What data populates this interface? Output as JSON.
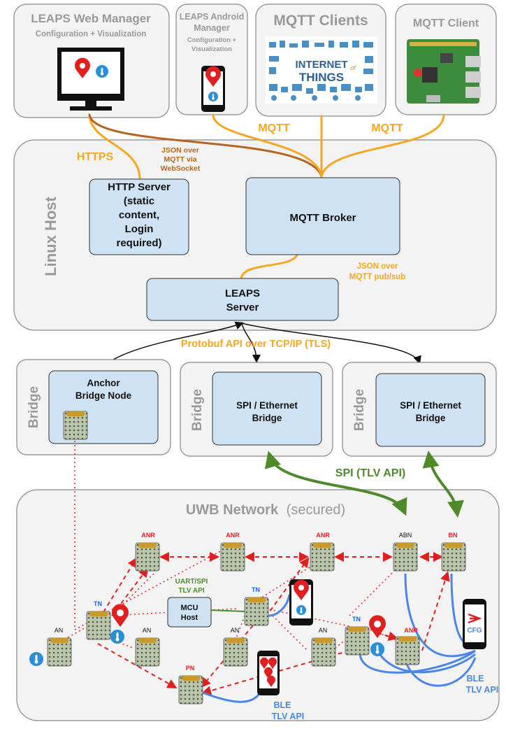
{
  "top": {
    "web_manager": {
      "title": "LEAPS Web Manager",
      "subtitle": "Configuration + Visualization"
    },
    "android_manager": {
      "line1": "LEAPS Android",
      "line2": "Manager",
      "line3": "Configuration +",
      "line4": "Visualization"
    },
    "mqtt_clients": {
      "title": "MQTT Clients",
      "image_line1": "INTERNET",
      "image_line2": "THINGS",
      "image_of": "of"
    },
    "mqtt_client": {
      "title": "MQTT Client"
    }
  },
  "links": {
    "https": "HTTPS",
    "json_ws_1": "JSON over",
    "json_ws_2": "MQTT via",
    "json_ws_3": "WebSocket",
    "mqtt_left": "MQTT",
    "mqtt_right": "MQTT",
    "json_pubsub_1": "JSON over",
    "json_pubsub_2": "MQTT pub/sub",
    "protobuf": "Protobuf API over TCP/IP (TLS)",
    "spi_tlv": "SPI (TLV API)",
    "uart_1": "UART/SPI",
    "uart_2": "TLV API",
    "ble_left_1": "BLE",
    "ble_left_2": "TLV API",
    "ble_right_1": "BLE",
    "ble_right_2": "TLV API"
  },
  "linux_host": {
    "label": "Linux Host",
    "http_server": [
      "HTTP Server",
      "(static",
      "content,",
      "Login",
      "required)"
    ],
    "mqtt_broker": "MQTT Broker",
    "leaps_server": [
      "LEAPS",
      "Server"
    ]
  },
  "bridges": [
    {
      "side_label": "Bridge",
      "box": [
        "Anchor",
        "Bridge Node"
      ]
    },
    {
      "side_label": "Bridge",
      "box": [
        "SPI / Ethernet",
        "Bridge"
      ]
    },
    {
      "side_label": "Bridge",
      "box": [
        "SPI / Ethernet",
        "Bridge"
      ]
    }
  ],
  "uwb": {
    "title": "UWB Network",
    "title_suffix": "(secured)",
    "nodes": {
      "anr1": "ANR",
      "anr2": "ANR",
      "anr3": "ANR",
      "abn": "ABN",
      "bn": "BN",
      "tn1": "TN",
      "tn2": "TN",
      "tn3": "TN",
      "an1": "AN",
      "an2": "AN",
      "an3": "AN",
      "an4": "AN",
      "pn": "PN",
      "anr4": "ANR"
    },
    "mcu_host": [
      "MCU",
      "Host"
    ],
    "cfg": "CFG"
  },
  "colors": {
    "orange": "#f5a623",
    "brown": "#b5651d",
    "green": "#4e8a2a",
    "red": "#e02020",
    "blue": "#4a86e8",
    "box_blue": "#cfe2f3",
    "panel": "#f3f3f3",
    "title_gray": "#999999"
  }
}
